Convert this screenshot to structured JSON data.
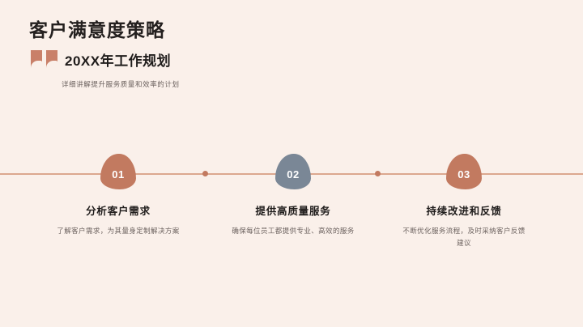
{
  "theme": {
    "background": "#faf0ea",
    "accent": "#c27a60",
    "accent_light": "#dba78f",
    "accent_alt": "#7a8796",
    "text_dark": "#1f1c1b",
    "text_muted": "#6d6360"
  },
  "header": {
    "title": "客户满意度策略",
    "subtitle": "20XX年工作规划",
    "description": "详细讲解提升服务质量和效率的计划",
    "quote_icon": "quote-mark-icon"
  },
  "timeline": {
    "ticks": 2,
    "steps": [
      {
        "number": "01",
        "title": "分析客户需求",
        "description": "了解客户需求，为其量身定制解决方案",
        "color": "#c27a60"
      },
      {
        "number": "02",
        "title": "提供高质量服务",
        "description": "确保每位员工都提供专业、高效的服务",
        "color": "#7a8796"
      },
      {
        "number": "03",
        "title": "持续改进和反馈",
        "description": "不断优化服务流程，及时采纳客户反馈建议",
        "color": "#c27a60"
      }
    ]
  }
}
